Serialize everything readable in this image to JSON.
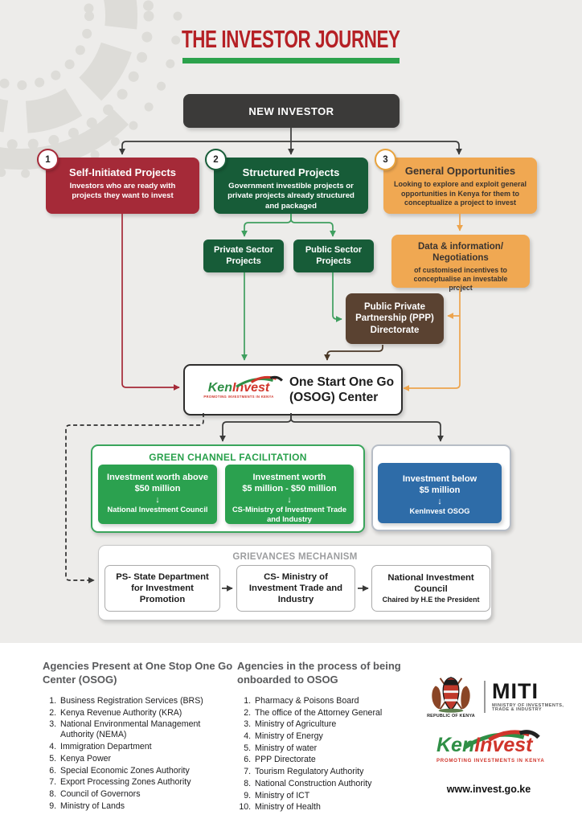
{
  "title": {
    "text": "THE INVESTOR JOURNEY"
  },
  "flow": {
    "new_investor_label": "NEW INVESTOR",
    "paths": [
      {
        "number": "1",
        "title": "Self-Initiated Projects",
        "description": "Investors who are ready with projects they want to invest"
      },
      {
        "number": "2",
        "title": "Structured Projects",
        "description": "Government investible projects or private projects already structured and packaged"
      },
      {
        "number": "3",
        "title": "General Opportunities",
        "description": "Looking to explore and exploit general opportunities in Kenya for them to conceptualize a project to invest"
      }
    ],
    "private_sector_label": "Private Sector Projects",
    "public_sector_label": "Public Sector Projects",
    "data_negotiations": {
      "title": "Data & information/ Negotiations",
      "description": "of customised incentives to conceptualise an investable project"
    },
    "ppp_label": "Public Private Partnership (PPP) Directorate",
    "osog": {
      "logo_ken": "Ken",
      "logo_invest": "Invest",
      "logo_tagline": "PROMOTING INVESTMENTS IN KENYA",
      "title_line1": "One Start One Go",
      "title_line2": "(OSOG) Center"
    }
  },
  "icons": {
    "down_arrow": "↓"
  },
  "green_channel": {
    "title": "GREEN CHANNEL FACILITATION",
    "boxes": [
      {
        "line1": "Investment worth above",
        "line2": "$50 million",
        "result": "National Investment Council"
      },
      {
        "line1": "Investment worth",
        "line2": "$5 million - $50 million",
        "result": "CS-Ministry of Investment Trade and Industry"
      }
    ]
  },
  "standard_channel": {
    "line1": "Investment below",
    "line2": "$5 million",
    "result": "KenInvest OSOG"
  },
  "grievances": {
    "title": "GRIEVANCES MECHANISM",
    "steps": [
      {
        "title": "PS- State Department for Investment Promotion",
        "subtitle": ""
      },
      {
        "title": "CS- Ministry of Investment Trade and Industry",
        "subtitle": ""
      },
      {
        "title": "National Investment Council",
        "subtitle": "Chaired by H.E the President"
      }
    ]
  },
  "footer": {
    "osog_agencies": {
      "title": "Agencies Present at One Stop One Go Center (OSOG)",
      "items": [
        "Business Registration Services (BRS)",
        "Kenya Revenue Authority (KRA)",
        "National Environmental Management Authority (NEMA)",
        "Immigration Department",
        "Kenya Power",
        "Special Economic Zones Authority",
        "Export Processing Zones Authority",
        "Council of Governors",
        "Ministry of Lands"
      ]
    },
    "onboarding_agencies": {
      "title": "Agencies in the process of being onboarded to OSOG",
      "items": [
        "Pharmacy & Poisons Board",
        "The office of the Attorney General",
        "Ministry of Agriculture",
        "Ministry of Energy",
        "Ministry of water",
        "PPP Directorate",
        "Tourism Regulatory Authority",
        "National Construction Authority",
        "Ministry of ICT",
        "Ministry of Health"
      ]
    },
    "miti": {
      "coat_label": "REPUBLIC OF KENYA",
      "name": "MITI",
      "subtitle_line1": "MINISTRY OF INVESTMENTS,",
      "subtitle_line2": "TRADE & INDUSTRY"
    },
    "keninvest": {
      "ken": "Ken",
      "invest": "Invest",
      "tagline": "PROMOTING INVESTMENTS IN KENYA",
      "website": "www.invest.go.ke"
    }
  },
  "colors": {
    "title_red": "#b52025",
    "underline_green": "#2ca24c",
    "dark": "#3b3a39",
    "crimson": "#a52a38",
    "dark_green": "#175c38",
    "orange": "#f0a852",
    "brown": "#5a4231",
    "green": "#2ba14f",
    "blue": "#2e6ca8"
  }
}
